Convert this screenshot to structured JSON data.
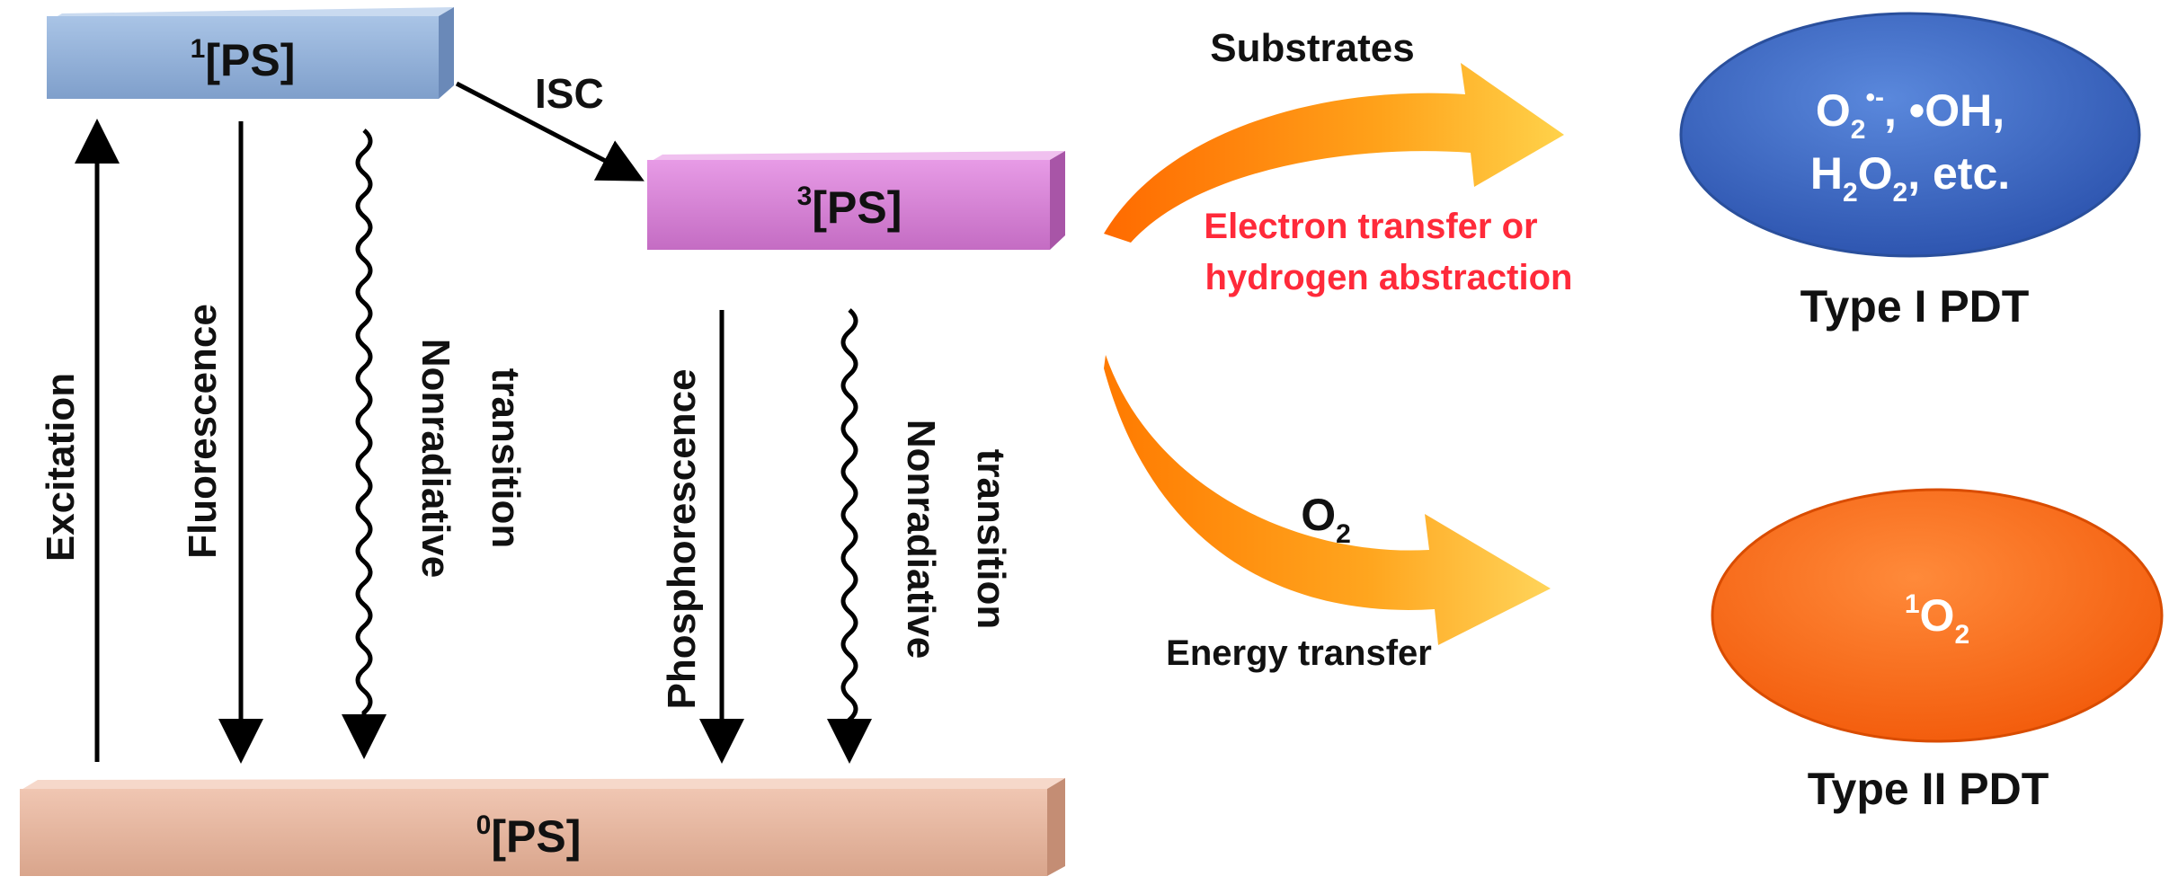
{
  "levels": {
    "singlet": {
      "sup": "1",
      "text": "[PS]",
      "color": "#8fb0d8"
    },
    "triplet": {
      "sup": "3",
      "text": "[PS]",
      "color": "#d77fd6"
    },
    "ground": {
      "sup": "0",
      "text": "[PS]",
      "color": "#e8b8a0"
    }
  },
  "transitions": {
    "isc": "ISC",
    "excitation": "Excitation",
    "fluorescence": "Fluorescence",
    "nonradiative_1": {
      "line1": "Nonradiative",
      "line2": "transition"
    },
    "phosphorescence": "Phosphorescence",
    "nonradiative_2": {
      "line1": "Nonradiative",
      "line2": "transition"
    }
  },
  "type1": {
    "substrates": "Substrates",
    "process": {
      "line1": "Electron transfer or",
      "line2": "hydrogen abstraction"
    },
    "products": {
      "line1": {
        "a": "O",
        "a_sub": "2",
        "a_sup": "•-",
        "b": ", •OH,"
      },
      "line2": {
        "a": "H",
        "a_sub": "2",
        "b": "O",
        "b_sub": "2",
        "c": ", etc."
      }
    },
    "label": "Type I PDT",
    "process_color": "#ff2a3a",
    "ellipse_color": "#3a66c4"
  },
  "type2": {
    "reactant": {
      "text": "O",
      "sub": "2"
    },
    "process": "Energy transfer",
    "product": {
      "sup": "1",
      "text": "O",
      "sub": "2"
    },
    "label": "Type II PDT",
    "ellipse_color": "#ff6618"
  },
  "arrow_color": "#f7941d"
}
